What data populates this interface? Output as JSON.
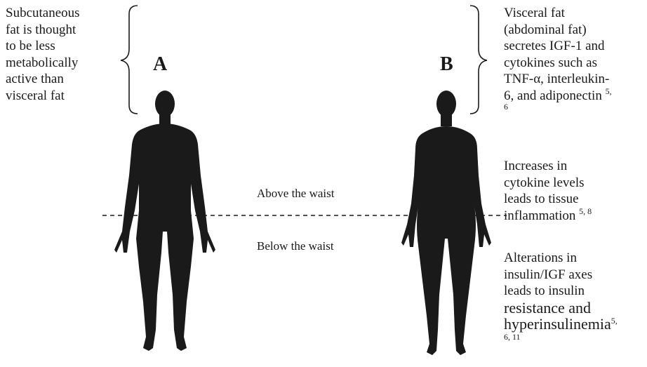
{
  "left_note": {
    "lines": [
      "Subcutaneous",
      "fat is thought",
      "to be less",
      "metabolically",
      "active than",
      "visceral fat"
    ]
  },
  "figure_a": {
    "label": "A"
  },
  "figure_b": {
    "label": "B"
  },
  "waist": {
    "above": "Above the waist",
    "below": "Below the waist"
  },
  "right_notes": {
    "visceral": {
      "lines": [
        "Visceral fat",
        "(abdominal fat)",
        "secretes IGF-1 and",
        "cytokines such as",
        "TNF-α, interleukin-",
        "6, and adiponectin"
      ],
      "ref_a": "5,",
      "ref_b": "6"
    },
    "cytokine": {
      "lines": [
        "Increases in",
        "cytokine levels",
        "leads  to tissue",
        "inflammation"
      ],
      "ref": "5, 8"
    },
    "insulin": {
      "lines": [
        "Alterations in",
        "insulin/IGF axes",
        "leads to insulin",
        "resistance and",
        "hyperinsulinemia"
      ],
      "ref_a": "5,",
      "ref_b": "6, 11"
    }
  },
  "colors": {
    "silhouette": "#1a1a1a",
    "text": "#1a1a1a",
    "background": "#ffffff"
  }
}
